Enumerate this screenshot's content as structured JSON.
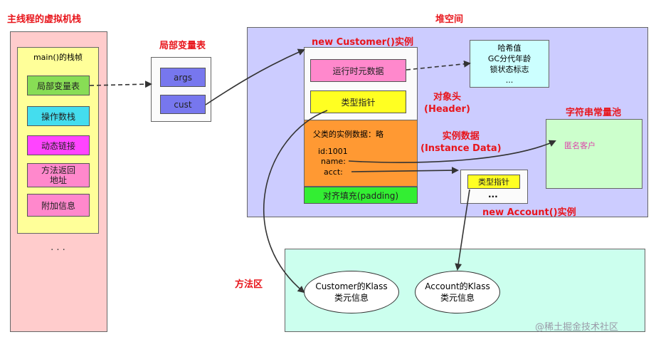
{
  "stack": {
    "title": "主线程的虚拟机栈",
    "frame_label": "main()的栈帧",
    "items": [
      "局部变量表",
      "操作数栈",
      "动态链接",
      "方法返回\n地址",
      "附加信息"
    ],
    "more": "· · ·"
  },
  "local_vars": {
    "title": "局部变量表",
    "items": [
      "args",
      "cust"
    ]
  },
  "heap": {
    "title": "堆空间",
    "customer_title": "new Customer()实例",
    "runtime_meta": "运行时元数据",
    "type_pointer": "类型指针",
    "hash_lines": [
      "哈希值",
      "GC分代年龄",
      "锁状态标志",
      "..."
    ],
    "header_label": [
      "对象头",
      "(Header)"
    ],
    "instance_label": [
      "实例数据",
      "(Instance Data)"
    ],
    "parent_data": "父类的实例数据：略",
    "fields": [
      "id:1001",
      "name:",
      "acct:"
    ],
    "padding": "对齐填充(padding)",
    "string_pool_title": "字符串常量池",
    "string_value": "匿名客户",
    "account_type_pointer": "类型指针",
    "account_more": "...",
    "account_title": "new Account()实例"
  },
  "method_area": {
    "title": "方法区",
    "customer_klass": [
      "Customer的Klass",
      "类元信息"
    ],
    "account_klass": [
      "Account的Klass",
      "类元信息"
    ]
  },
  "watermark": "@稀土掘金技术社区",
  "colors": {
    "title_red": "#e8151b",
    "stack_bg": "#ffcccc",
    "frame_bg": "#ffff99",
    "heap_bg": "#ccccff",
    "method_bg": "#ccffee",
    "orange": "#ff9933",
    "green": "#33ee33",
    "yellow": "#ffff22",
    "pink": "#ff88cc",
    "teal": "#44ddee",
    "magenta": "#ff44ff",
    "lightgreen": "#88dd55",
    "purple_box": "#7777ee"
  }
}
